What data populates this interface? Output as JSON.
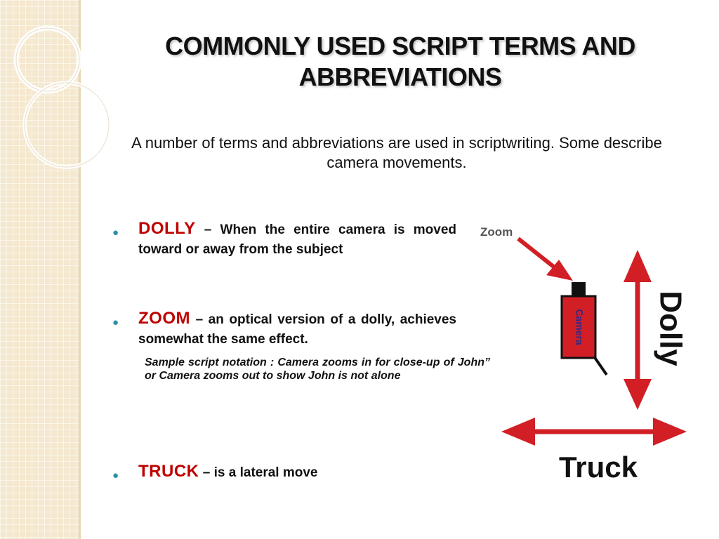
{
  "slide": {
    "title": "COMMONLY USED SCRIPT TERMS AND ABBREVIATIONS",
    "intro": "A number of terms and abbreviations are used in scriptwriting. Some describe camera movements."
  },
  "bullets": [
    {
      "term": "DOLLY",
      "definition": "– When the entire camera is moved toward or away from the subject"
    },
    {
      "term": "ZOOM",
      "definition": "– an optical version of a dolly, achieves somewhat the same effect."
    },
    {
      "term": "TRUCK",
      "definition": "– is a lateral move"
    }
  ],
  "sample_notation": "Sample script notation : Camera zooms in for close-up of John” or Camera zooms out to show John is not alone",
  "diagram": {
    "zoom_label": "Zoom",
    "camera_label": "Camera",
    "dolly_label": "Dolly",
    "truck_label": "Truck",
    "colors": {
      "arrow": "#d21f26",
      "camera_body": "#d21f26",
      "outline": "#111111"
    }
  },
  "colors": {
    "term": "#c00000",
    "bullet_dot": "#2d8fa7",
    "side_strip": "#f4e8cf"
  }
}
